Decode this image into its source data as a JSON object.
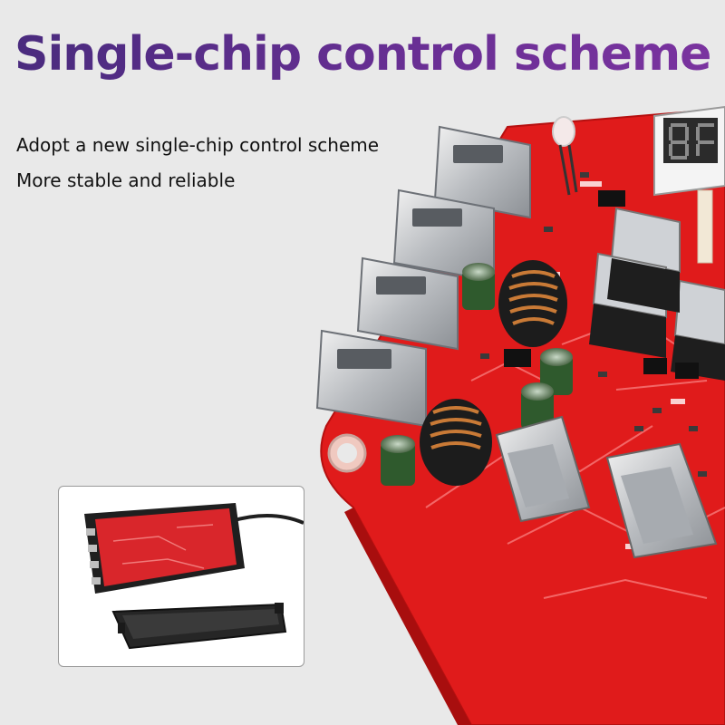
{
  "title": "Single-chip control scheme",
  "features": [
    "Adopt a new single-chip control scheme",
    "More stable and reliable"
  ],
  "colors": {
    "background": "#e9e9e9",
    "title": "#5a2a84",
    "pcb_red": "#e01b1b",
    "text": "#111111"
  }
}
